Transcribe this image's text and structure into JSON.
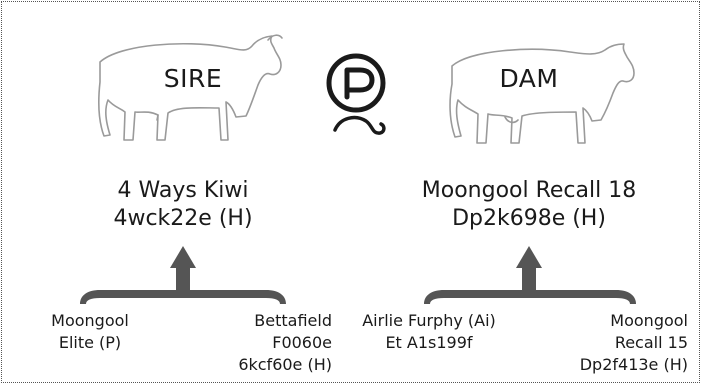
{
  "sire": {
    "label": "SIRE",
    "name": "4 Ways Kiwi",
    "id": "4wck22e (H)",
    "sire_parent": [
      "Moongool",
      "Elite (P)"
    ],
    "dam_parent": [
      "Bettafield",
      "F0060e",
      "6kcf60e (H)"
    ]
  },
  "dam": {
    "label": "DAM",
    "name": "Moongool Recall 18",
    "id": "Dp2k698e (H)",
    "sire_parent": [
      "Airlie Furphy (Ai)",
      "Et A1s199f"
    ],
    "dam_parent": [
      "Moongool",
      "Recall 15",
      "Dp2f413e (H)"
    ]
  },
  "poll_symbol": "P",
  "colors": {
    "ink": "#1a1a1a",
    "arrow": "#555555",
    "outline": "#9a9a9a"
  }
}
